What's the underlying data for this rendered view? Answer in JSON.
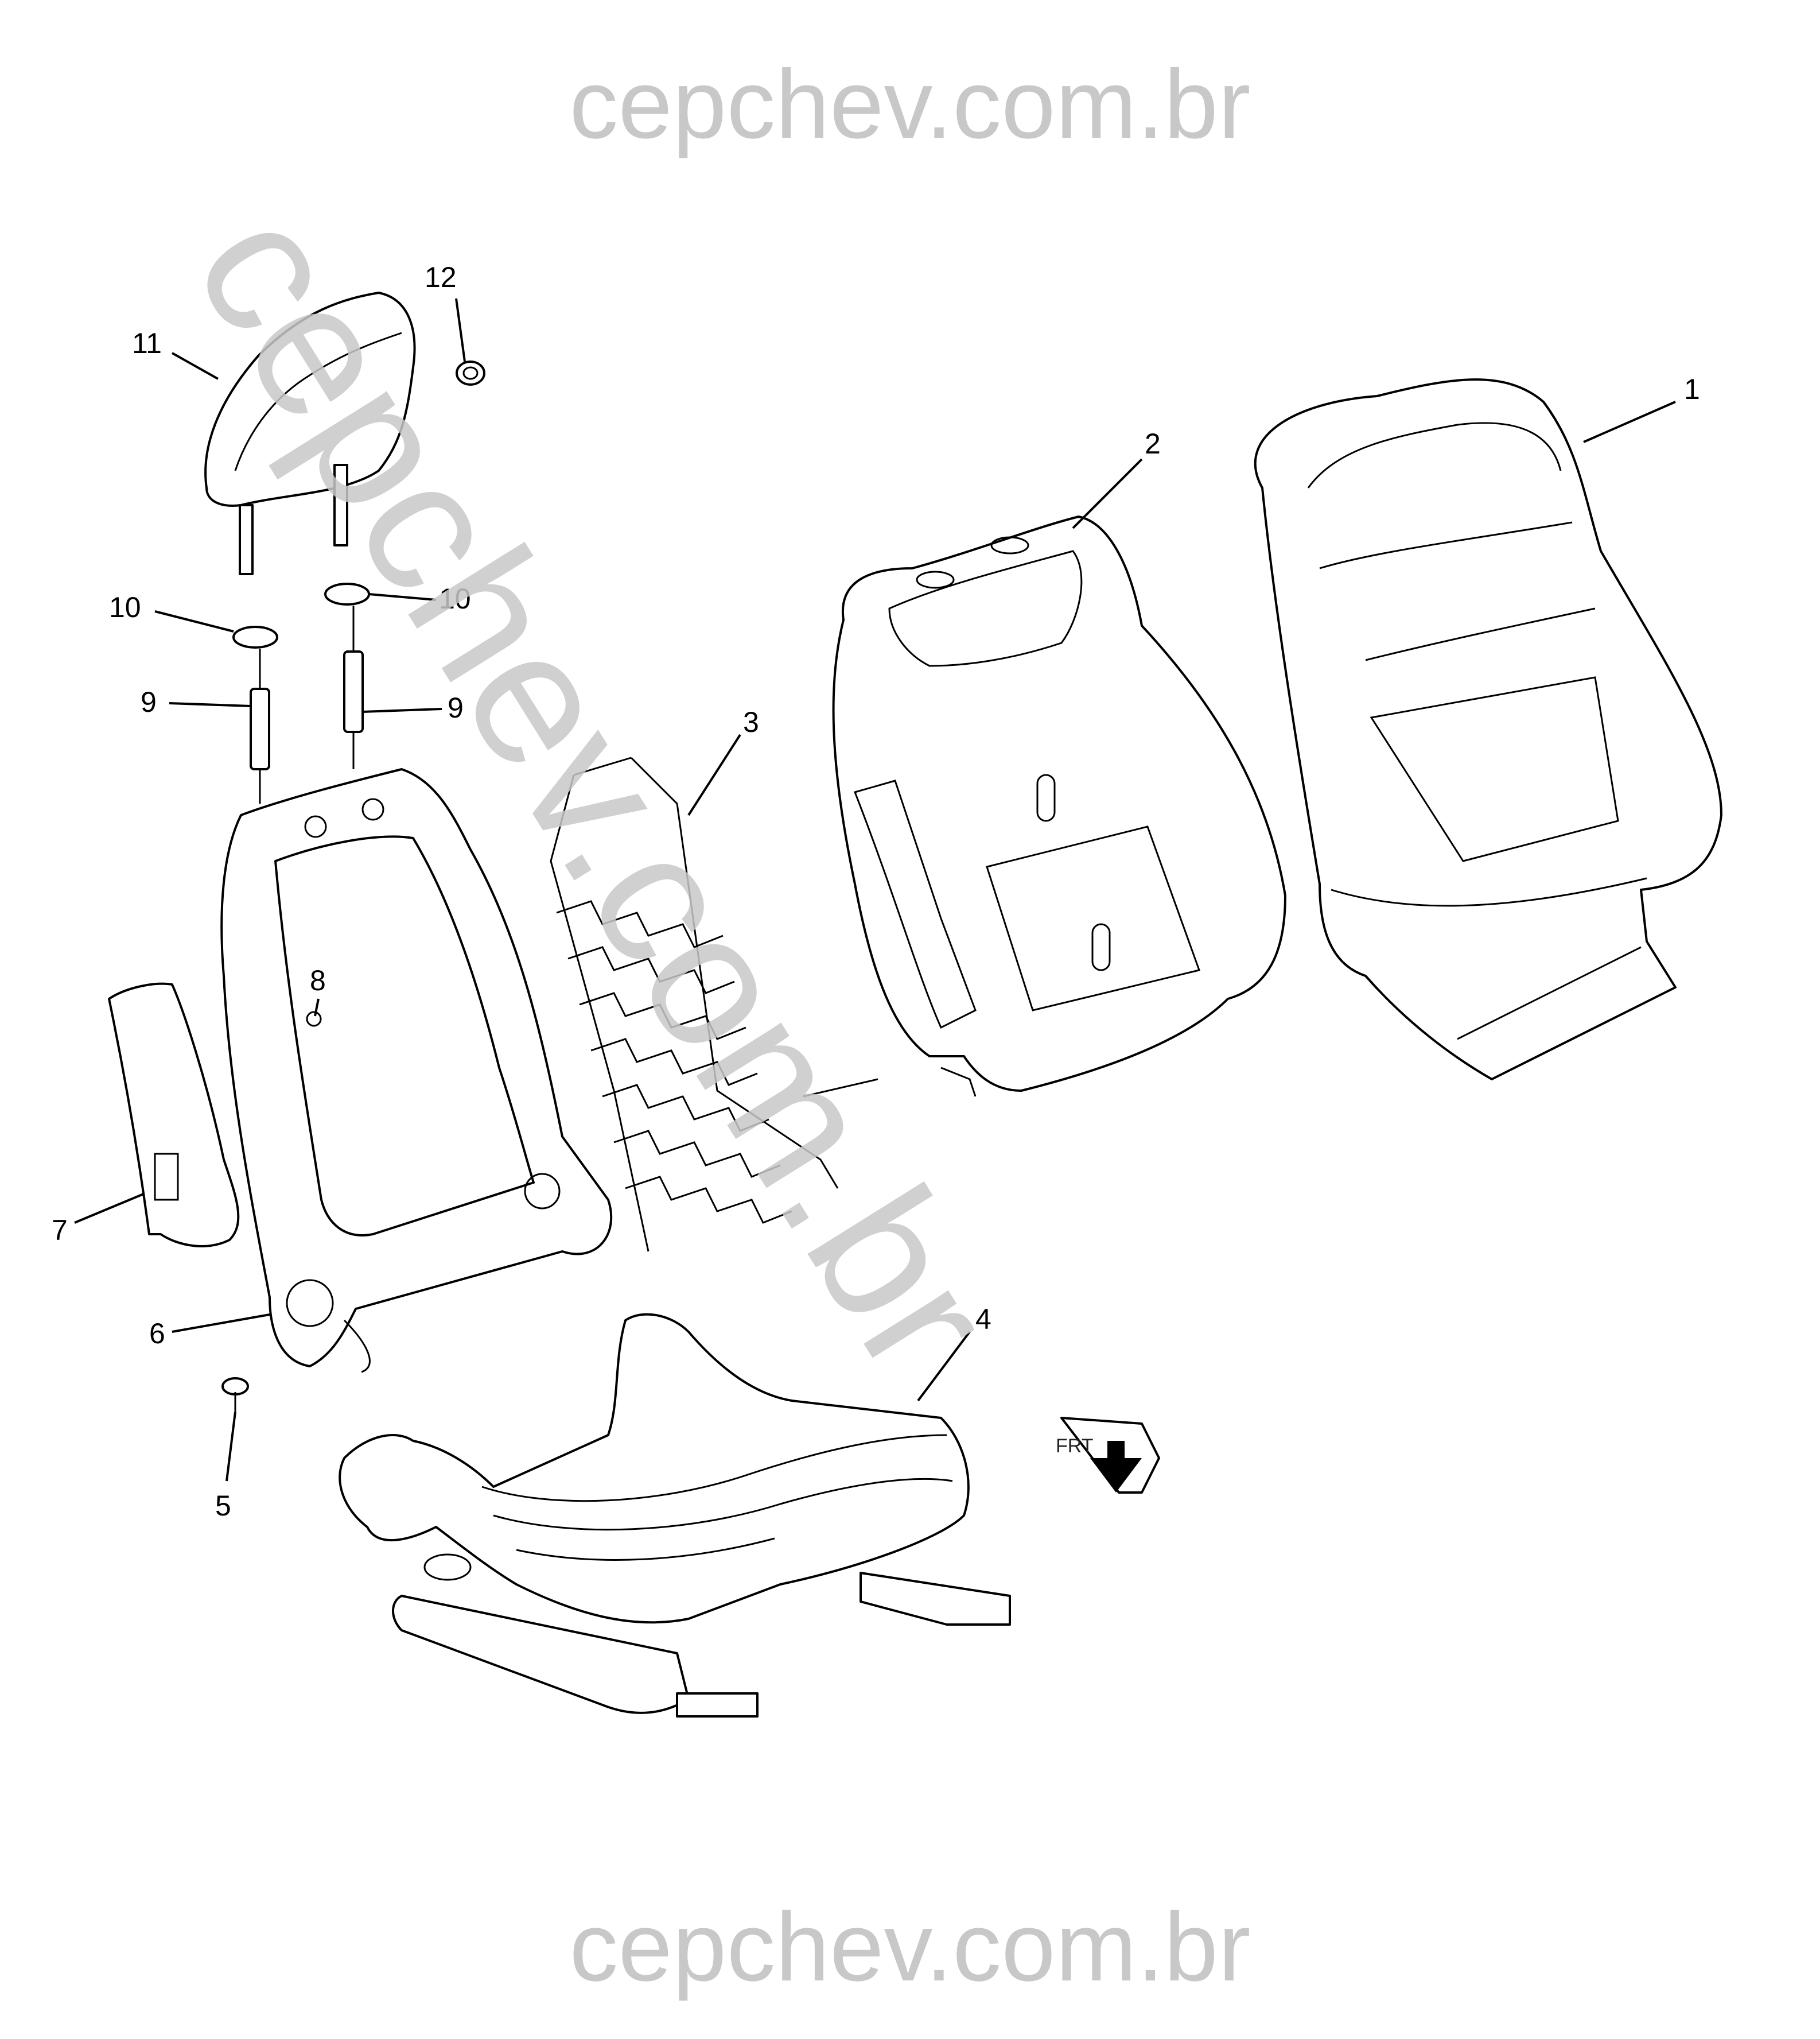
{
  "watermark": {
    "top": "cepchev.com.br",
    "bottom": "cepchev.com.br",
    "diagonal": "cepchev.com.br"
  },
  "callouts": {
    "c1": "1",
    "c2": "2",
    "c3": "3",
    "c4": "4",
    "c5": "5",
    "c6": "6",
    "c7": "7",
    "c8": "8",
    "c9a": "9",
    "c9b": "9",
    "c10a": "10",
    "c10b": "10",
    "c11": "11",
    "c12": "12"
  },
  "orientation_marker": "FRT"
}
